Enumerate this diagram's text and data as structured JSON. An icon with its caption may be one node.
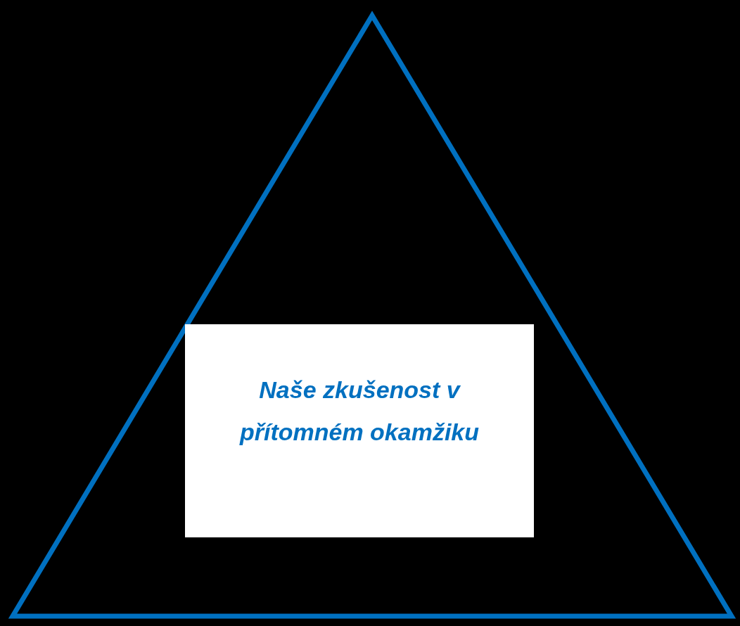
{
  "diagram": {
    "nodes": [
      {
        "text": [],
        "shape": "triangle"
      },
      {
        "text": [
          "Naše zkušenost v přítomném okamžiku"
        ],
        "in": 0
      }
    ],
    "edges": []
  }
}
